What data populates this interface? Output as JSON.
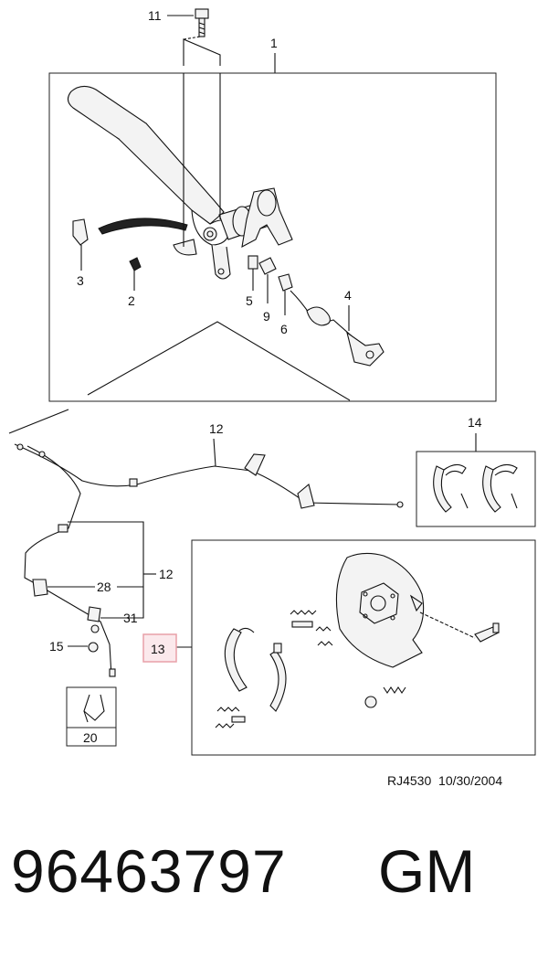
{
  "callouts": {
    "c1": "1",
    "c2": "2",
    "c3": "3",
    "c4": "4",
    "c5": "5",
    "c6": "6",
    "c9": "9",
    "c11": "11",
    "c12a": "12",
    "c12b": "12",
    "c13": "13",
    "c14": "14",
    "c15": "15",
    "c20": "20",
    "c28": "28",
    "c31": "31"
  },
  "highlight_color": "#e8a0a8",
  "highlight_fill": "#fbe9ec",
  "reference": "RJ4530  10/30/2004",
  "part_number": "96463797",
  "brand": "GM"
}
